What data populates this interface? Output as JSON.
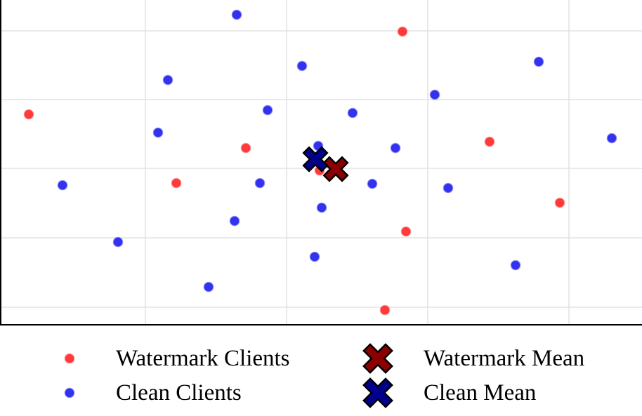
{
  "chart_data": {
    "type": "scatter",
    "title": "",
    "xlabel": "",
    "ylabel": "",
    "xlim": [
      0,
      914
    ],
    "ylim": [
      0,
      463
    ],
    "grid": true,
    "legend_placement": "below",
    "colors": {
      "watermark_points": "#ff2a2a",
      "clean_points": "#2222ee",
      "watermark_mean": "#8b0000",
      "clean_mean": "#00008b",
      "grid": "#dddddd",
      "axes": "#000000"
    },
    "series": [
      {
        "name": "Watermark Clients",
        "marker": "dot",
        "x": [
          573,
          41,
          350,
          251,
          455,
          697,
          797,
          578,
          548
        ],
        "y": [
          418,
          300,
          252,
          202,
          220,
          261,
          174,
          133,
          21
        ]
      },
      {
        "name": "Clean Clients",
        "marker": "dot",
        "x": [
          337,
          430,
          239,
          381,
          502,
          619,
          767,
          225,
          453,
          563,
          871,
          89,
          370,
          530,
          638,
          458,
          334,
          168,
          448,
          297,
          734
        ],
        "y": [
          442,
          369,
          349,
          306,
          302,
          328,
          375,
          274,
          255,
          252,
          266,
          199,
          202,
          201,
          195,
          167,
          148,
          118,
          97,
          54,
          85
        ]
      },
      {
        "name": "Watermark Mean",
        "marker": "x",
        "x": [
          478
        ],
        "y": [
          222
        ]
      },
      {
        "name": "Clean Mean",
        "marker": "x",
        "x": [
          449
        ],
        "y": [
          236
        ]
      }
    ]
  }
}
